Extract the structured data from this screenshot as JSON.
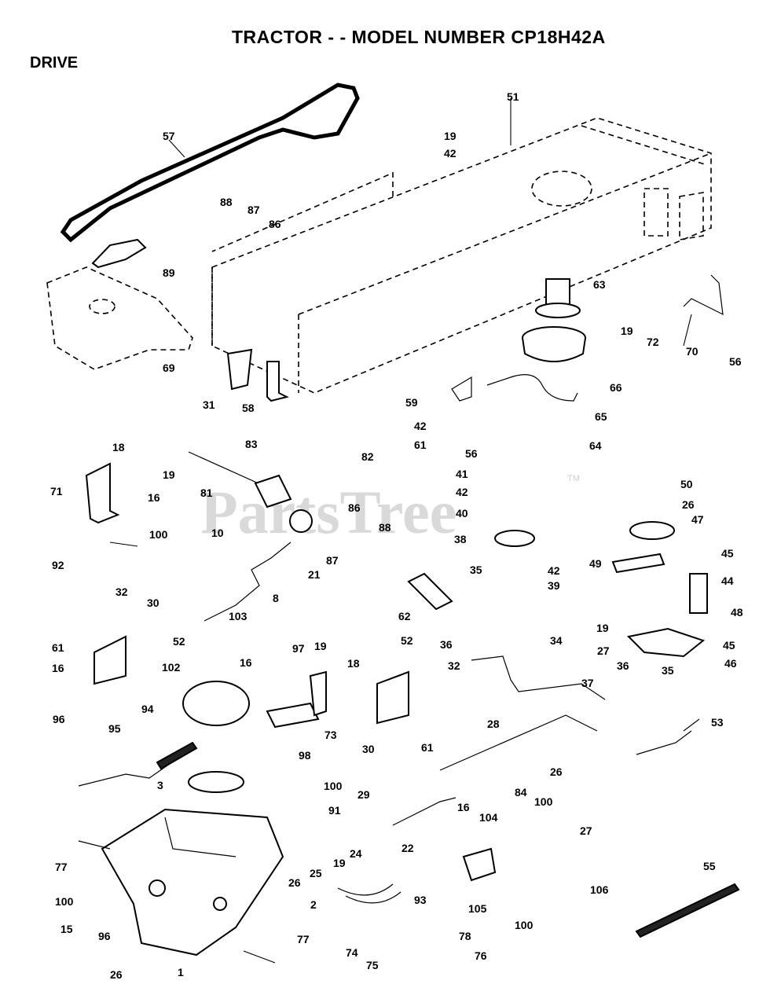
{
  "header": {
    "title": "TRACTOR - - MODEL NUMBER CP18H42A",
    "section": "DRIVE"
  },
  "watermark": {
    "text": "PartsTree",
    "tm": "TM"
  },
  "labels": [
    {
      "id": "l57",
      "text": "57"
    },
    {
      "id": "l51",
      "text": "51"
    },
    {
      "id": "l19a",
      "text": "19"
    },
    {
      "id": "l42a",
      "text": "42"
    },
    {
      "id": "l88a",
      "text": "88"
    },
    {
      "id": "l87a",
      "text": "87"
    },
    {
      "id": "l86a",
      "text": "86"
    },
    {
      "id": "l89",
      "text": "89"
    },
    {
      "id": "l63",
      "text": "63"
    },
    {
      "id": "l19b",
      "text": "19"
    },
    {
      "id": "l72",
      "text": "72"
    },
    {
      "id": "l70",
      "text": "70"
    },
    {
      "id": "l56a",
      "text": "56"
    },
    {
      "id": "l69",
      "text": "69"
    },
    {
      "id": "l31",
      "text": "31"
    },
    {
      "id": "l58",
      "text": "58"
    },
    {
      "id": "l59",
      "text": "59"
    },
    {
      "id": "l66",
      "text": "66"
    },
    {
      "id": "l42b",
      "text": "42"
    },
    {
      "id": "l65",
      "text": "65"
    },
    {
      "id": "l61a",
      "text": "61"
    },
    {
      "id": "l56b",
      "text": "56"
    },
    {
      "id": "l64",
      "text": "64"
    },
    {
      "id": "l18a",
      "text": "18"
    },
    {
      "id": "l83",
      "text": "83"
    },
    {
      "id": "l82",
      "text": "82"
    },
    {
      "id": "l19c",
      "text": "19"
    },
    {
      "id": "l71",
      "text": "71"
    },
    {
      "id": "l16a",
      "text": "16"
    },
    {
      "id": "l81",
      "text": "81"
    },
    {
      "id": "l41",
      "text": "41"
    },
    {
      "id": "l42c",
      "text": "42"
    },
    {
      "id": "l50",
      "text": "50"
    },
    {
      "id": "l26a",
      "text": "26"
    },
    {
      "id": "l86b",
      "text": "86"
    },
    {
      "id": "l40",
      "text": "40"
    },
    {
      "id": "l47",
      "text": "47"
    },
    {
      "id": "l88b",
      "text": "88"
    },
    {
      "id": "l100a",
      "text": "100"
    },
    {
      "id": "l38",
      "text": "38"
    },
    {
      "id": "l10",
      "text": "10"
    },
    {
      "id": "l87b",
      "text": "87"
    },
    {
      "id": "l92",
      "text": "92"
    },
    {
      "id": "l42d",
      "text": "42"
    },
    {
      "id": "l45a",
      "text": "45"
    },
    {
      "id": "l49",
      "text": "49"
    },
    {
      "id": "l44",
      "text": "44"
    },
    {
      "id": "l21",
      "text": "21"
    },
    {
      "id": "l39",
      "text": "39"
    },
    {
      "id": "l35a",
      "text": "35"
    },
    {
      "id": "l62",
      "text": "62"
    },
    {
      "id": "l8",
      "text": "8"
    },
    {
      "id": "l48",
      "text": "48"
    },
    {
      "id": "l32a",
      "text": "32"
    },
    {
      "id": "l30a",
      "text": "30"
    },
    {
      "id": "l103",
      "text": "103"
    },
    {
      "id": "l19d",
      "text": "19"
    },
    {
      "id": "l36a",
      "text": "36"
    },
    {
      "id": "l34",
      "text": "34"
    },
    {
      "id": "l27a",
      "text": "27"
    },
    {
      "id": "l45b",
      "text": "45"
    },
    {
      "id": "l61b",
      "text": "61"
    },
    {
      "id": "l52a",
      "text": "52"
    },
    {
      "id": "l97",
      "text": "97"
    },
    {
      "id": "l52b",
      "text": "52"
    },
    {
      "id": "l16b",
      "text": "16"
    },
    {
      "id": "l19e",
      "text": "19"
    },
    {
      "id": "l46",
      "text": "46"
    },
    {
      "id": "l102",
      "text": "102"
    },
    {
      "id": "l16c",
      "text": "16"
    },
    {
      "id": "l18b",
      "text": "18"
    },
    {
      "id": "l32b",
      "text": "32"
    },
    {
      "id": "l37",
      "text": "37"
    },
    {
      "id": "l36b",
      "text": "36"
    },
    {
      "id": "l35b",
      "text": "35"
    },
    {
      "id": "l94",
      "text": "94"
    },
    {
      "id": "l96a",
      "text": "96"
    },
    {
      "id": "l95",
      "text": "95"
    },
    {
      "id": "l73",
      "text": "73"
    },
    {
      "id": "l30b",
      "text": "30"
    },
    {
      "id": "l61c",
      "text": "61"
    },
    {
      "id": "l28",
      "text": "28"
    },
    {
      "id": "l53",
      "text": "53"
    },
    {
      "id": "l98",
      "text": "98"
    },
    {
      "id": "l26b",
      "text": "26"
    },
    {
      "id": "l3",
      "text": "3"
    },
    {
      "id": "l100b",
      "text": "100"
    },
    {
      "id": "l29",
      "text": "29"
    },
    {
      "id": "l84",
      "text": "84"
    },
    {
      "id": "l100c",
      "text": "100"
    },
    {
      "id": "l27b",
      "text": "27"
    },
    {
      "id": "l91",
      "text": "91"
    },
    {
      "id": "l16d",
      "text": "16"
    },
    {
      "id": "l104",
      "text": "104"
    },
    {
      "id": "l22",
      "text": "22"
    },
    {
      "id": "l77a",
      "text": "77"
    },
    {
      "id": "l24",
      "text": "24"
    },
    {
      "id": "l25",
      "text": "25"
    },
    {
      "id": "l19f",
      "text": "19"
    },
    {
      "id": "l26c",
      "text": "26"
    },
    {
      "id": "l106",
      "text": "106"
    },
    {
      "id": "l55",
      "text": "55"
    },
    {
      "id": "l93",
      "text": "93"
    },
    {
      "id": "l100d",
      "text": "100"
    },
    {
      "id": "l2",
      "text": "2"
    },
    {
      "id": "l105",
      "text": "105"
    },
    {
      "id": "l100e",
      "text": "100"
    },
    {
      "id": "l15",
      "text": "15"
    },
    {
      "id": "l96b",
      "text": "96"
    },
    {
      "id": "l77b",
      "text": "77"
    },
    {
      "id": "l78",
      "text": "78"
    },
    {
      "id": "l74",
      "text": "74"
    },
    {
      "id": "l76",
      "text": "76"
    },
    {
      "id": "l75",
      "text": "75"
    },
    {
      "id": "l26d",
      "text": "26"
    },
    {
      "id": "l1",
      "text": "1"
    }
  ]
}
